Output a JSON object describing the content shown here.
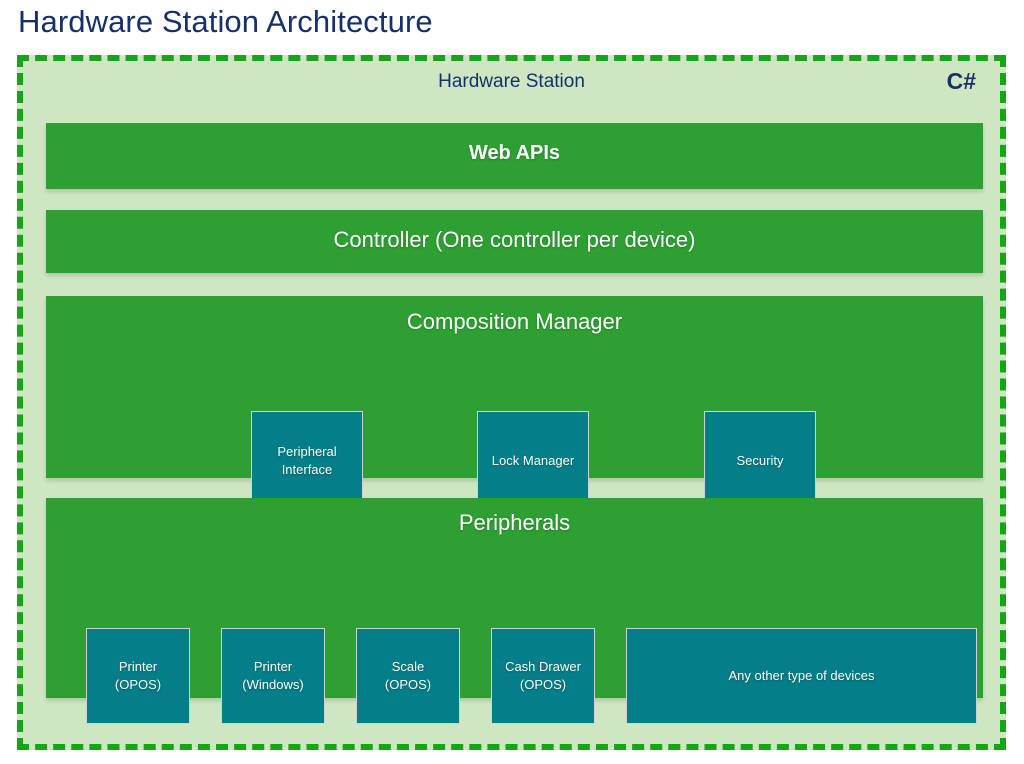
{
  "page": {
    "title": "Hardware Station Architecture"
  },
  "container": {
    "title": "Hardware Station",
    "language_badge": "C#",
    "border_color": "#19a319",
    "background_color": "#cfe6c3",
    "border_style": "dashed"
  },
  "colors": {
    "title_navy": "#16306b",
    "layer_green": "#2ea033",
    "component_teal": "#047e88",
    "component_border": "#c9d4d4",
    "layer_text": "#ffffff"
  },
  "layers": [
    {
      "id": "web-apis",
      "title": "Web APIs",
      "components": []
    },
    {
      "id": "controller",
      "title": "Controller (One controller per device)",
      "components": []
    },
    {
      "id": "composition-manager",
      "title": "Composition Manager",
      "components": [
        {
          "id": "peripheral-interface",
          "line1": "Peripheral",
          "line2": "Interface"
        },
        {
          "id": "lock-manager",
          "line1": "Lock Manager",
          "line2": ""
        },
        {
          "id": "security",
          "line1": "Security",
          "line2": ""
        }
      ]
    },
    {
      "id": "peripherals",
      "title": "Peripherals",
      "components": [
        {
          "id": "printer-opos",
          "line1": "Printer",
          "line2": "(OPOS)"
        },
        {
          "id": "printer-windows",
          "line1": "Printer",
          "line2": "(Windows)"
        },
        {
          "id": "scale-opos",
          "line1": "Scale",
          "line2": "(OPOS)"
        },
        {
          "id": "cash-drawer-opos",
          "line1": "Cash Drawer",
          "line2": "(OPOS)"
        },
        {
          "id": "other-devices",
          "line1": "Any other type of devices",
          "line2": ""
        }
      ]
    }
  ]
}
